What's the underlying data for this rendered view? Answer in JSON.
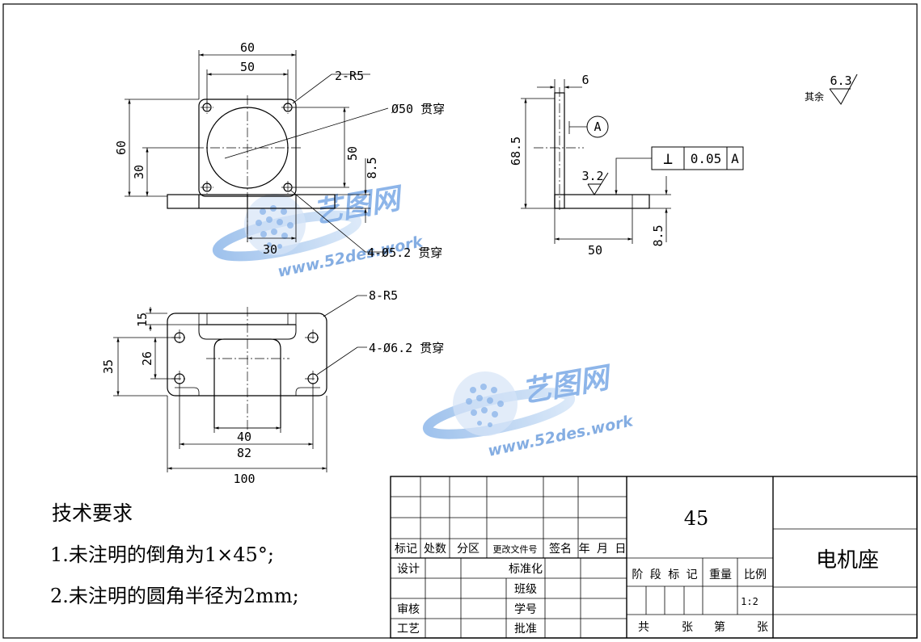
{
  "views": {
    "front": {
      "dim_width_outer": "60",
      "dim_width_inner": "50",
      "dim_height_outer": "60",
      "dim_height_center": "30",
      "dim_height_inner": "50",
      "dim_offset_small": "8.5",
      "dim_bottom": "30",
      "note_corner_radius": "2-R5",
      "note_bore": "Ø50 贯穿",
      "note_holes": "4-Ø5.2 贯穿"
    },
    "side": {
      "dim_thickness": "6",
      "dim_height": "68.5",
      "dim_base": "50",
      "dim_base_thickness": "8.5",
      "datum_label": "A",
      "gdt_symbol": "⊥",
      "gdt_value": "0.05",
      "gdt_datum": "A",
      "roughness_value": "3.2"
    },
    "top": {
      "note_corner_radius": "8-R5",
      "note_holes": "4-Ø6.2 贯穿",
      "dim_15": "15",
      "dim_26": "26",
      "dim_35": "35",
      "dim_40": "40",
      "dim_82": "82",
      "dim_100": "100"
    }
  },
  "roughness_other": {
    "label": "其余",
    "value": "6.3"
  },
  "watermark": {
    "brand": "艺图网",
    "url": "www.52des.work"
  },
  "technical_requirements": {
    "heading": "技术要求",
    "items": [
      "1.未注明的倒角为1×45°;",
      "2.未注明的圆角半径为2mm;"
    ]
  },
  "title_block": {
    "material": "45",
    "part_name": "电机座",
    "headers": [
      "标记",
      "处数",
      "分区",
      "更改文件号",
      "签名",
      "年 月 日"
    ],
    "sign_labels": [
      "设计",
      "标准化",
      "班级",
      "审核",
      "学号",
      "工艺",
      "批准"
    ],
    "stage_label": "阶 段 标 记",
    "weight_label": "重量",
    "scale_label": "比例",
    "scale_value": "1:2",
    "sheet_labels": [
      "共",
      "张",
      "第",
      "张"
    ]
  }
}
